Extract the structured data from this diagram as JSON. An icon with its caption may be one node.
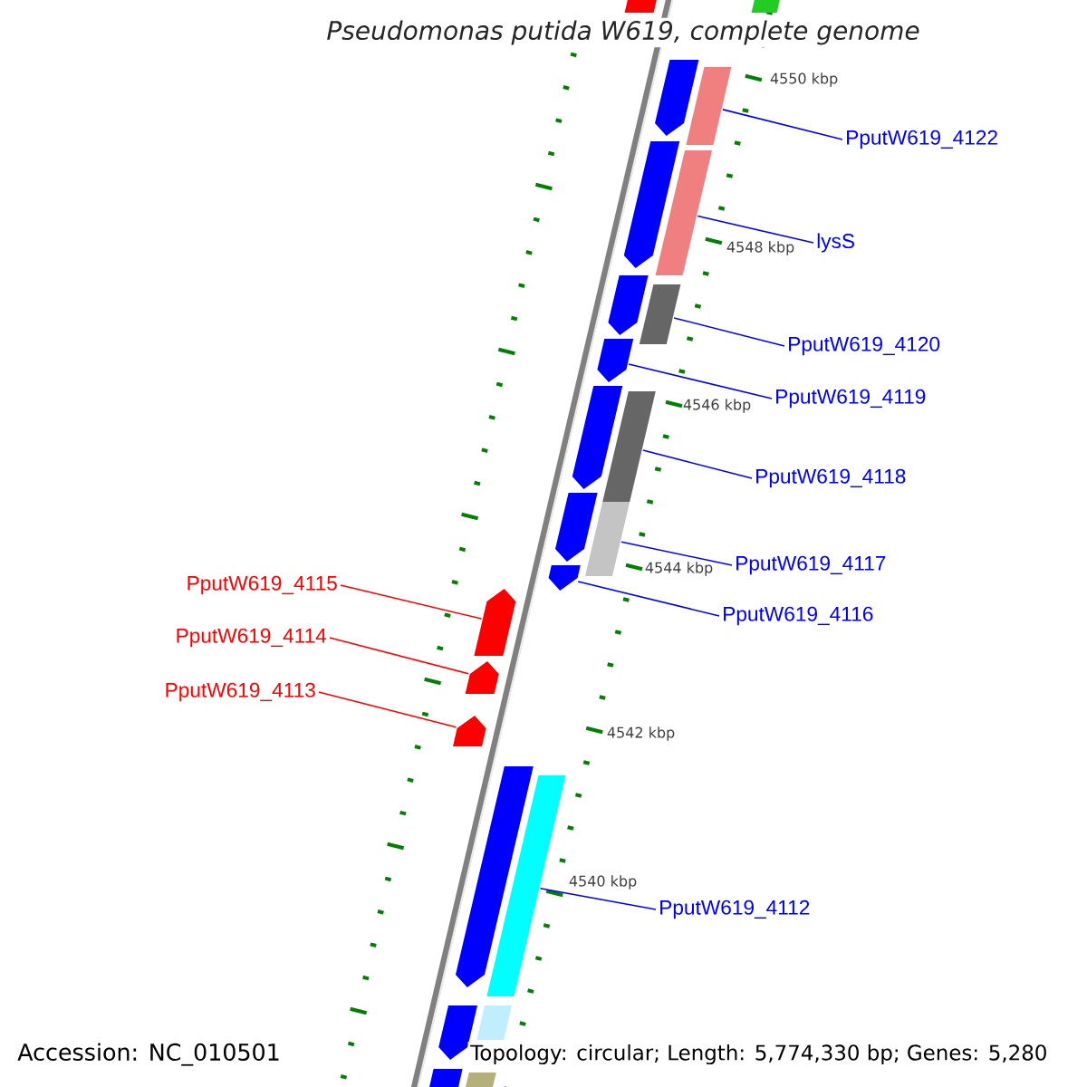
{
  "diagram": {
    "title": "Pseudomonas putida W619, complete genome",
    "nodes": [
      {
        "text": [
          "PputW619_4122"
        ]
      },
      {
        "text": [],
        "shape": "bar"
      },
      {
        "text": [
          "lysS"
        ]
      },
      {
        "text": [],
        "shape": "bar"
      },
      {
        "text": [
          "PputW619_4120"
        ]
      },
      {
        "text": [],
        "shape": "bar"
      },
      {
        "text": [
          "PputW619_4119"
        ]
      },
      {
        "text": [],
        "shape": "bar"
      },
      {
        "text": [
          "PputW619_4118"
        ]
      },
      {
        "text": [],
        "shape": "bar"
      },
      {
        "text": [
          "PputW619_4117"
        ]
      },
      {
        "text": [],
        "shape": "bar"
      },
      {
        "text": [
          "PputW619_4116"
        ]
      },
      {
        "text": [],
        "shape": "bar"
      },
      {
        "text": [
          "PputW619_4115"
        ]
      },
      {
        "text": [],
        "shape": "bar"
      },
      {
        "text": [
          "PputW619_4114"
        ]
      },
      {
        "text": [],
        "shape": "bar"
      },
      {
        "text": [
          "PputW619_4113"
        ]
      },
      {
        "text": [],
        "shape": "bar"
      },
      {
        "text": [
          "PputW619_4112"
        ]
      },
      {
        "text": [],
        "shape": "bar"
      },
      {
        "text": [],
        "shape": "box"
      },
      {
        "text": [],
        "shape": "box"
      },
      {
        "text": [],
        "shape": "box"
      },
      {
        "text": [],
        "shape": "box"
      },
      {
        "text": [],
        "shape": "box"
      },
      {
        "text": [],
        "shape": "box"
      },
      {
        "text": [],
        "shape": "box"
      },
      {
        "text": [],
        "shape": "box"
      },
      {
        "text": [],
        "shape": "bar"
      },
      {
        "text": [],
        "shape": "box"
      },
      {
        "text": [],
        "shape": "bar"
      },
      {
        "text": [],
        "shape": "box"
      }
    ],
    "edges": [
      {
        "from": 0,
        "to": 23,
        "arrow": "none"
      },
      {
        "from": 2,
        "to": 24,
        "arrow": "none"
      },
      {
        "from": 4,
        "to": 25,
        "arrow": "none"
      },
      {
        "from": 6,
        "to": 7,
        "arrow": "none"
      },
      {
        "from": 8,
        "to": 26,
        "arrow": "none"
      },
      {
        "from": 10,
        "to": 27,
        "arrow": "none"
      },
      {
        "from": 12,
        "to": 13,
        "arrow": "none"
      },
      {
        "from": 14,
        "to": 15,
        "arrow": "none",
        "color": "#ff0000"
      },
      {
        "from": 16,
        "to": 17,
        "arrow": "none",
        "color": "#ff0000"
      },
      {
        "from": 18,
        "to": 19,
        "arrow": "none",
        "color": "#ff0000"
      },
      {
        "from": 20,
        "to": 28,
        "arrow": "none"
      }
    ],
    "labels": [
      "4550 kbp",
      "4548 kbp",
      "4546 kbp",
      "4544 kbp",
      "4542 kbp",
      "4540 kbp",
      "Accession: NC_010501",
      "Topology: circular; Length: 5,774,330 bp; Genes: 5,280"
    ]
  }
}
